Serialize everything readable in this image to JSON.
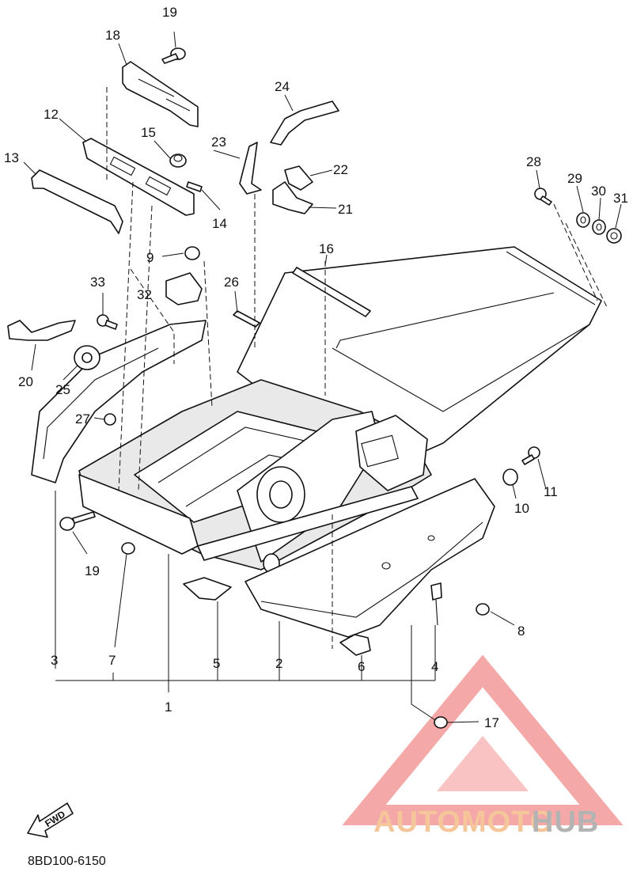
{
  "diagram_code": "8BD100-6150",
  "direction_label": "FWD",
  "watermark": {
    "brand_part1": "AUTOMOTO",
    "brand_part2": "HUB",
    "accent_color": "#f28b8b",
    "brand_color_1": "#f3b47a",
    "brand_color_2": "#9a9a9a"
  },
  "callouts": [
    {
      "id": "c1",
      "label": "1"
    },
    {
      "id": "c2",
      "label": "2"
    },
    {
      "id": "c3",
      "label": "3"
    },
    {
      "id": "c4",
      "label": "4"
    },
    {
      "id": "c5",
      "label": "5"
    },
    {
      "id": "c6",
      "label": "6"
    },
    {
      "id": "c7",
      "label": "7"
    },
    {
      "id": "c8",
      "label": "8"
    },
    {
      "id": "c9",
      "label": "9"
    },
    {
      "id": "c10",
      "label": "10"
    },
    {
      "id": "c11",
      "label": "11"
    },
    {
      "id": "c12",
      "label": "12"
    },
    {
      "id": "c13",
      "label": "13"
    },
    {
      "id": "c14",
      "label": "14"
    },
    {
      "id": "c15",
      "label": "15"
    },
    {
      "id": "c16",
      "label": "16"
    },
    {
      "id": "c17",
      "label": "17"
    },
    {
      "id": "c18",
      "label": "18"
    },
    {
      "id": "c19a",
      "label": "19"
    },
    {
      "id": "c19b",
      "label": "19"
    },
    {
      "id": "c20",
      "label": "20"
    },
    {
      "id": "c21",
      "label": "21"
    },
    {
      "id": "c22",
      "label": "22"
    },
    {
      "id": "c23",
      "label": "23"
    },
    {
      "id": "c24",
      "label": "24"
    },
    {
      "id": "c25",
      "label": "25"
    },
    {
      "id": "c26",
      "label": "26"
    },
    {
      "id": "c27",
      "label": "27"
    },
    {
      "id": "c28",
      "label": "28"
    },
    {
      "id": "c29",
      "label": "29"
    },
    {
      "id": "c30",
      "label": "30"
    },
    {
      "id": "c31",
      "label": "31"
    },
    {
      "id": "c32",
      "label": "32"
    },
    {
      "id": "c33",
      "label": "33"
    }
  ]
}
